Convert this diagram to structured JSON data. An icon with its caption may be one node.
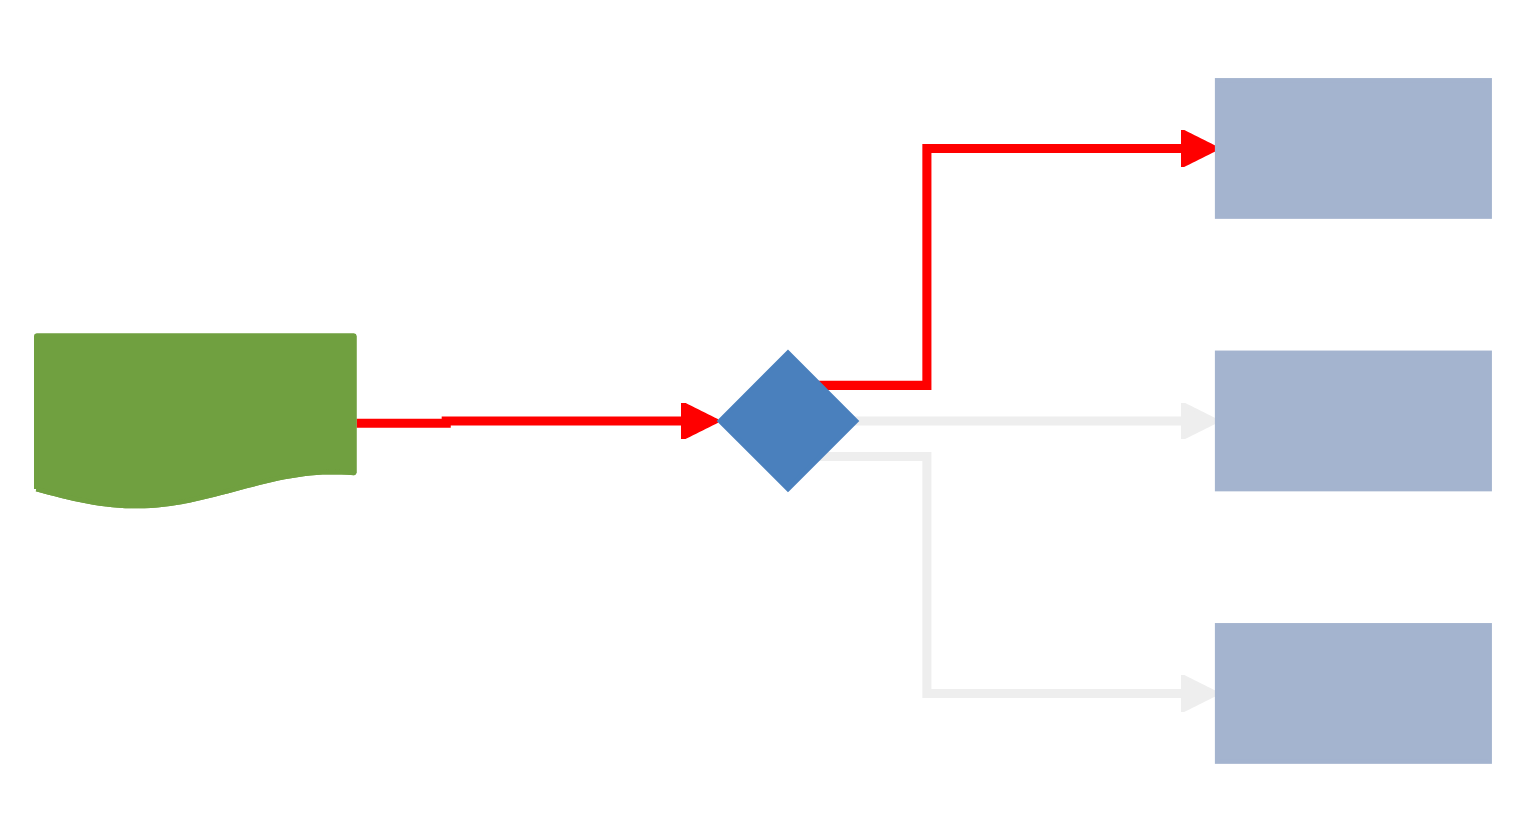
{
  "diagram": {
    "nodes": [
      {
        "text": [],
        "shape": "document"
      },
      {
        "text": [],
        "shape": "diamond"
      },
      {
        "text": [],
        "shape": "box"
      },
      {
        "text": [],
        "shape": "box"
      },
      {
        "text": [],
        "shape": "box"
      }
    ],
    "edges": [
      {
        "from": 0,
        "to": 1,
        "arrow": "to",
        "color": "#ff0000"
      },
      {
        "from": 1,
        "to": 2,
        "arrow": "to",
        "color": "#ff0000"
      },
      {
        "from": 1,
        "to": 3,
        "arrow": "to",
        "color": "#eeeeee"
      },
      {
        "from": 1,
        "to": 4,
        "arrow": "to",
        "color": "#eeeeee"
      }
    ]
  }
}
